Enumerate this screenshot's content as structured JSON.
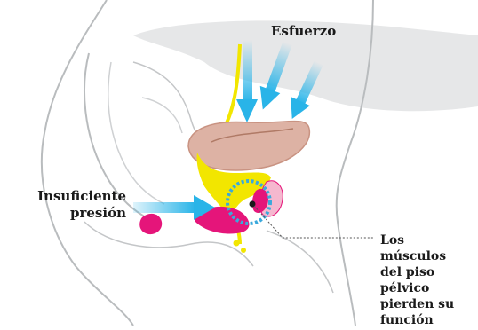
{
  "labels": {
    "effort": "Esfuerzo",
    "pressure_line1": "Insuficiente",
    "pressure_line2": "presión",
    "muscles_line1": "Los músculos",
    "muscles_line2": "del piso",
    "muscles_line3": "pélvico",
    "muscles_line4": "pierden su",
    "muscles_line5": "función"
  },
  "colors": {
    "outline": "#b9bcbe",
    "shade": "#e6e7e8",
    "arrow_blue": "#29b4e8",
    "urine_yellow": "#f2e600",
    "muscle_magenta": "#e5157a",
    "muscle_pink": "#f5b8cf",
    "organ_flesh": "#ddb2a4",
    "ring_blue": "#3aa9dc",
    "text": "#1a1a1a"
  }
}
